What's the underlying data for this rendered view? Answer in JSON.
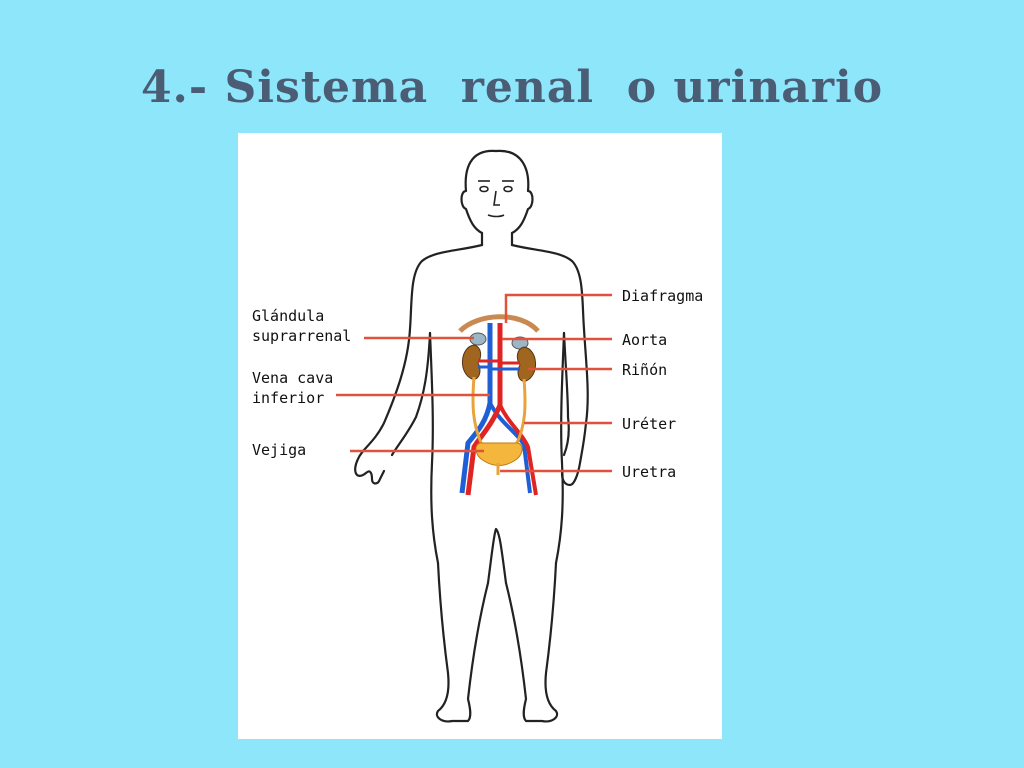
{
  "slide": {
    "title": "4.- Sistema  renal  o urinario"
  },
  "diagram": {
    "labels": {
      "glandula_1": "Glándula",
      "glandula_2": "suprarrenal",
      "vena_1": "Vena cava",
      "vena_2": "inferior",
      "vejiga": "Vejiga",
      "diafragma": "Diafragma",
      "aorta": "Aorta",
      "rinon": "Riñón",
      "ureter": "Uréter",
      "uretra": "Uretra"
    },
    "colors": {
      "leader_line": "#e0523a",
      "artery": "#e02424",
      "vein": "#1f5fd6",
      "kidney": "#a0651f",
      "bladder": "#f4b63c",
      "ureter": "#e8a43a",
      "diaphragm": "#c98a52"
    }
  }
}
